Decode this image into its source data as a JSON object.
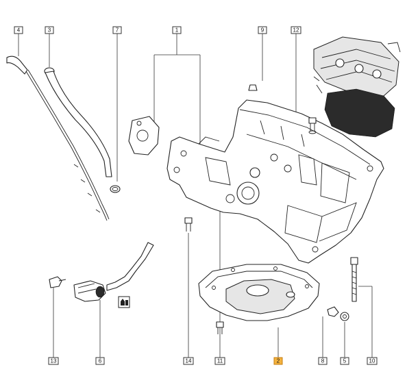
{
  "diagram": {
    "callouts": {
      "c1": "1",
      "c2": "2",
      "c3": "3",
      "c4": "4",
      "c5": "5",
      "c6": "6",
      "c7": "7",
      "c8": "8",
      "c9": "9",
      "c10": "10",
      "c11": "11",
      "c12": "12",
      "c13": "13",
      "c14": "14"
    },
    "highlight_color": "#f4b23e",
    "icons": [
      "engine-thumbnail-icon",
      "note-symbol-icon"
    ]
  }
}
